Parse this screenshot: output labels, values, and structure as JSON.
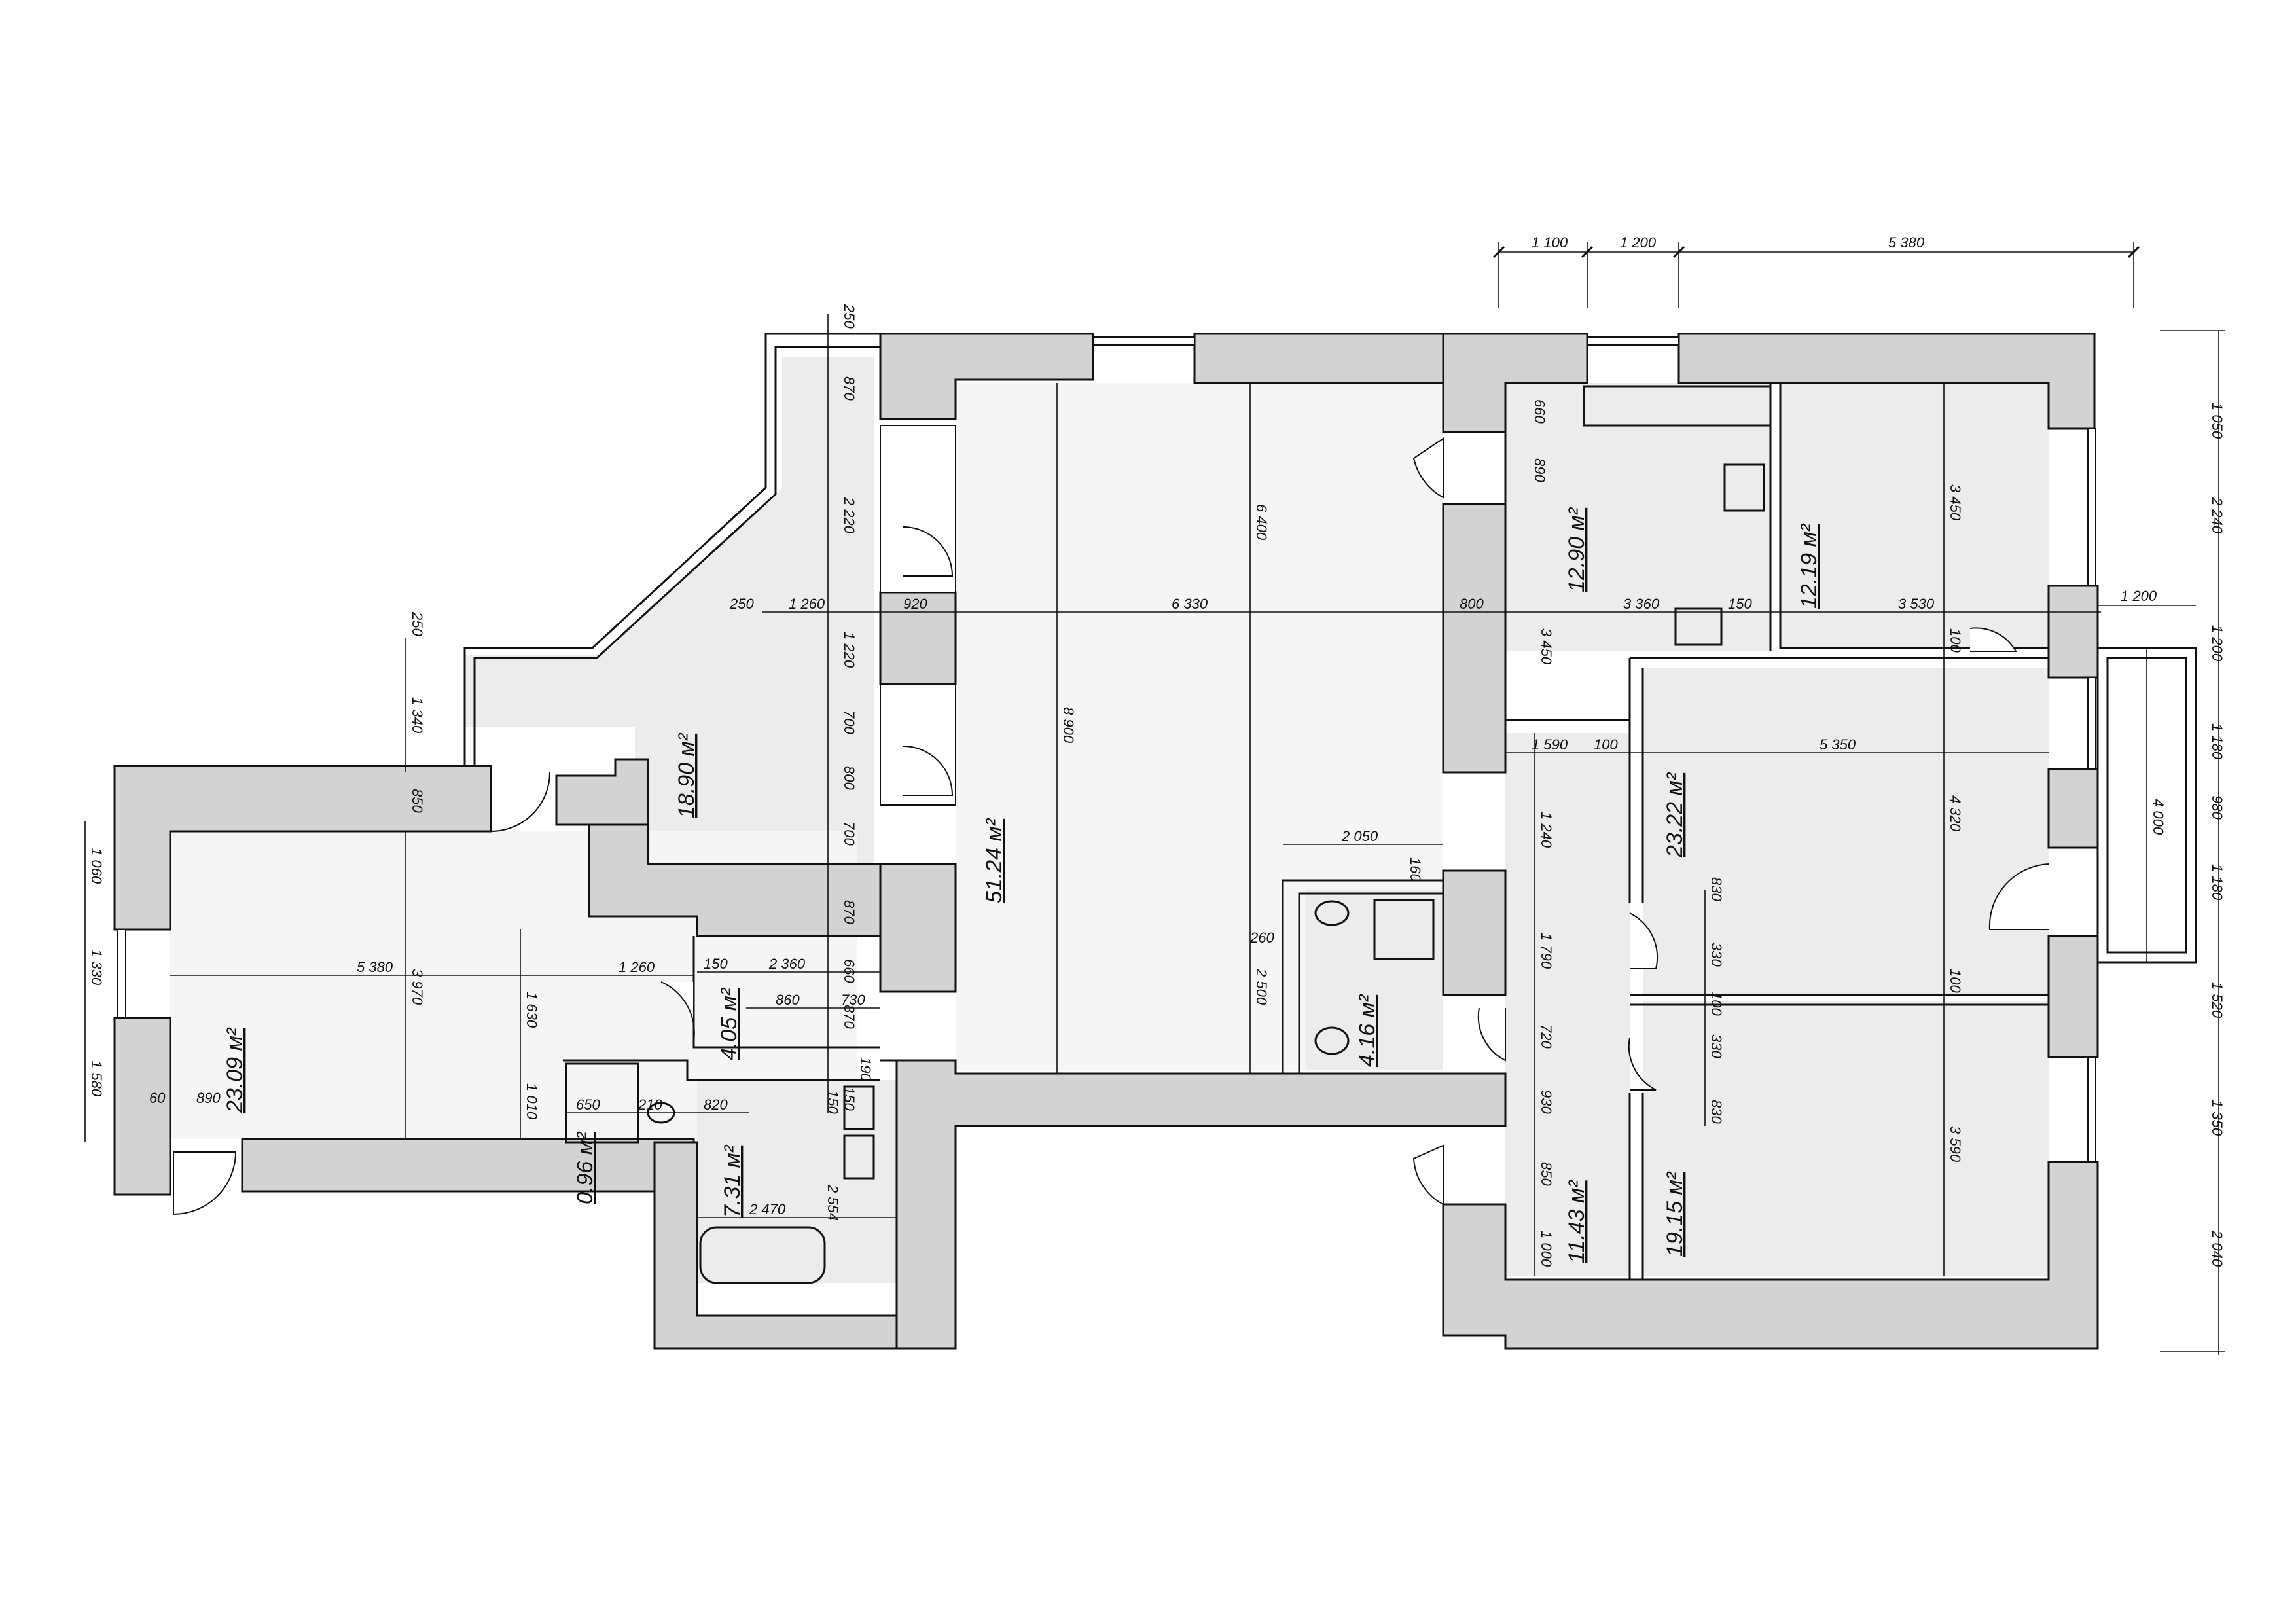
{
  "areas": [
    {
      "id": "living",
      "label": "51.24 м²"
    },
    {
      "id": "bedroom1",
      "label": "23.22 м²"
    },
    {
      "id": "bedroom2",
      "label": "19.15 м²"
    },
    {
      "id": "west",
      "label": "23.09 м²"
    },
    {
      "id": "north",
      "label": "18.90 м²"
    },
    {
      "id": "kitchen",
      "label": "12.90 м²"
    },
    {
      "id": "room_ne",
      "label": "12.19 м²"
    },
    {
      "id": "corridor",
      "label": "11.43 м²"
    },
    {
      "id": "bath",
      "label": "7.31 м²"
    },
    {
      "id": "wc",
      "label": "4.16 м²"
    },
    {
      "id": "hall",
      "label": "4.05 м²"
    },
    {
      "id": "closet",
      "label": "0.96 м²"
    }
  ],
  "dims": {
    "top": [
      "1 100",
      "1 200",
      "5 380"
    ],
    "right": [
      "1 050",
      "2 240",
      "1 200",
      "1 180",
      "980",
      "1 180",
      "1 520",
      "1 350",
      "2 040"
    ],
    "balcony": [
      "1 200",
      "4 000"
    ],
    "north_col": [
      "250",
      "870",
      "2 220",
      "1 220",
      "700",
      "800",
      "700",
      "870",
      "660",
      "870",
      "190",
      "150"
    ],
    "h_row": [
      "250",
      "1 260",
      "920",
      "6 330",
      "800",
      "3 360",
      "150",
      "3 530",
      "100"
    ],
    "v_main": [
      "8 900",
      "6 400",
      "2 500",
      "3 450",
      "3 450"
    ],
    "corr": [
      "1 590",
      "100",
      "5 350",
      "1 240",
      "1 790",
      "720",
      "930",
      "850",
      "1 000"
    ],
    "bed": [
      "4 320",
      "3 590",
      "830",
      "330",
      "100",
      "330",
      "830",
      "100"
    ],
    "wc": [
      "2 050",
      "160",
      "260"
    ],
    "west": [
      "250",
      "1 340",
      "850",
      "1 060",
      "1 330",
      "1 580",
      "60",
      "890",
      "5 380",
      "3 970",
      "1 630",
      "1 010",
      "1 260"
    ],
    "hall": [
      "150",
      "2 360",
      "860",
      "730",
      "650",
      "210",
      "820",
      "2 470",
      "2 554",
      "150"
    ],
    "kitchen": [
      "660",
      "890"
    ]
  }
}
